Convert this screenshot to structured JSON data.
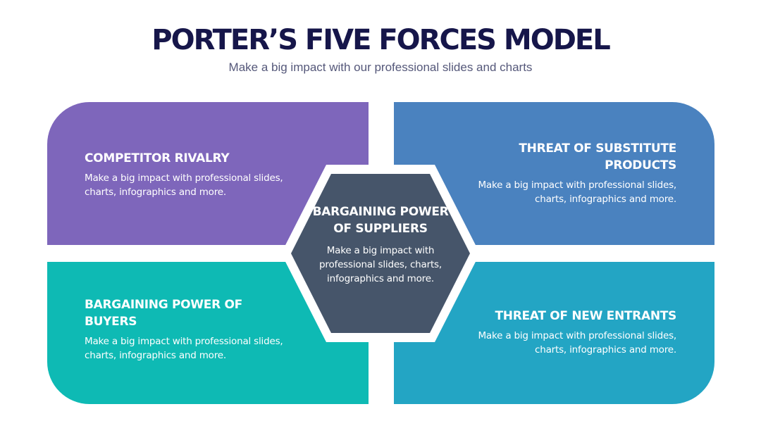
{
  "header": {
    "title": "PORTER’S FIVE FORCES MODEL",
    "subtitle": "Make a big impact with our professional slides and charts"
  },
  "colors": {
    "title": "#16164a",
    "subtitle": "#55587a",
    "competitor_rivalry": "#7e66bb",
    "threat_substitute": "#4a82bf",
    "buyers": "#0ebab4",
    "new_entrants": "#23a5c4",
    "suppliers": "#46556a"
  },
  "forces": {
    "competitor_rivalry": {
      "title": "COMPETITOR RIVALRY",
      "text": "Make a big impact with professional slides, charts, infographics and more."
    },
    "threat_substitute": {
      "title": "THREAT OF SUBSTITUTE PRODUCTS",
      "text": "Make a big impact with professional slides, charts, infographics and more."
    },
    "buyers": {
      "title": "BARGAINING POWER OF BUYERS",
      "text": "Make a big impact with professional slides, charts, infographics and more."
    },
    "new_entrants": {
      "title": "THREAT OF NEW ENTRANTS",
      "text": "Make a big impact with professional slides, charts, infographics and more."
    },
    "suppliers": {
      "title": "BARGAINING POWER OF SUPPLIERS",
      "text": "Make a big impact with professional slides, charts, infographics and more."
    }
  }
}
